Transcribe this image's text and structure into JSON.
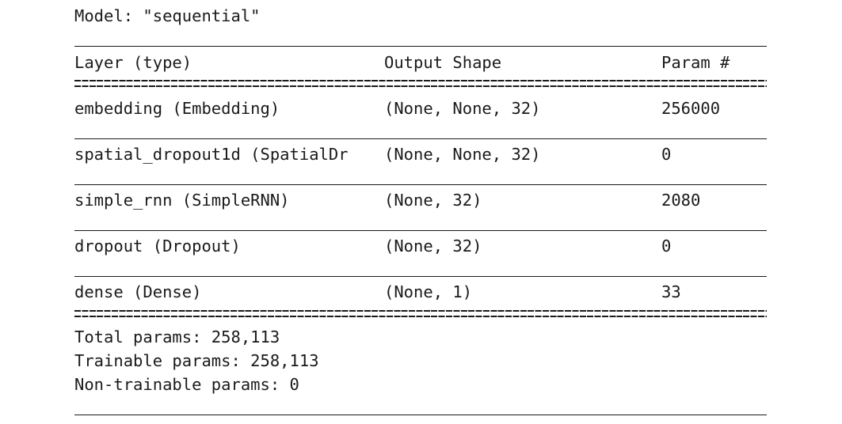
{
  "model_name_line": "Model: \"sequential\"",
  "headers": {
    "layer": "Layer (type)",
    "output": "Output Shape",
    "params": "Param #"
  },
  "rows": [
    {
      "layer": "embedding (Embedding)",
      "output": "(None, None, 32)",
      "params": "256000"
    },
    {
      "layer": "spatial_dropout1d (SpatialDr",
      "output": "(None, None, 32)",
      "params": "0"
    },
    {
      "layer": "simple_rnn (SimpleRNN)",
      "output": "(None, 32)",
      "params": "2080"
    },
    {
      "layer": "dropout (Dropout)",
      "output": "(None, 32)",
      "params": "0"
    },
    {
      "layer": "dense (Dense)",
      "output": "(None, 1)",
      "params": "33"
    }
  ],
  "totals": {
    "total": "Total params: 258,113",
    "trainable": "Trainable params: 258,113",
    "non_trainable": "Non-trainable params: 0"
  }
}
